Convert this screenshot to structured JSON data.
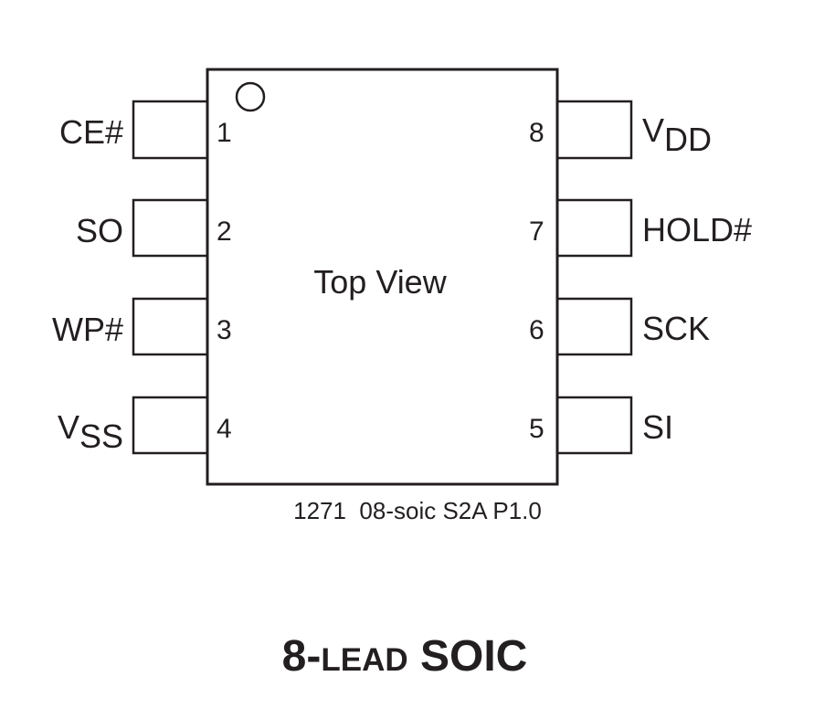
{
  "diagram": {
    "center_label": "Top View",
    "reference": "1271  08-soic S2A P1.0",
    "title": {
      "part1": "8-",
      "part2": "LEAD",
      "part3": " SOIC"
    },
    "pins_left": [
      {
        "number": "1",
        "label": "CE#",
        "sub": ""
      },
      {
        "number": "2",
        "label": "SO",
        "sub": ""
      },
      {
        "number": "3",
        "label": "WP#",
        "sub": ""
      },
      {
        "number": "4",
        "label": "V",
        "sub": "SS"
      }
    ],
    "pins_right": [
      {
        "number": "8",
        "label": "V",
        "sub": "DD"
      },
      {
        "number": "7",
        "label": "HOLD#",
        "sub": ""
      },
      {
        "number": "6",
        "label": "SCK",
        "sub": ""
      },
      {
        "number": "5",
        "label": "SI",
        "sub": ""
      }
    ],
    "colors": {
      "stroke": "#231f20",
      "background": "#ffffff"
    }
  }
}
